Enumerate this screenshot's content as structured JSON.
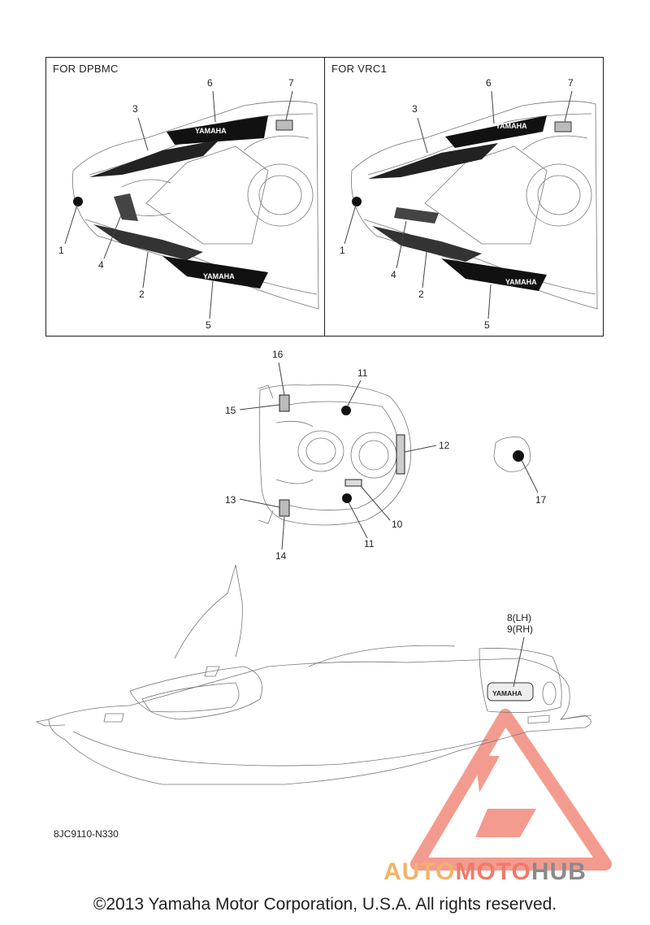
{
  "panels": [
    {
      "title": "FOR DPBMC"
    },
    {
      "title": "FOR VRC1"
    }
  ],
  "panel_callouts": [
    "1",
    "2",
    "3",
    "4",
    "5",
    "6",
    "7"
  ],
  "decal_text": {
    "brand": "YAMAHA"
  },
  "top_view_callouts": [
    "16",
    "15",
    "11",
    "12",
    "10",
    "11",
    "13",
    "14",
    "17"
  ],
  "side_view_callouts": [
    "8(LH)",
    "9(RH)"
  ],
  "diagram_code": "8JC9110-N330",
  "copyright": "©2013 Yamaha Motor Corporation, U.S.A. All rights reserved.",
  "watermark": {
    "part1": "AUTO",
    "part2": "MOTO",
    "part3": "HUB"
  },
  "colors": {
    "watermark_orange": "#f2b36a",
    "watermark_red": "#f07a6a",
    "watermark_gray": "#8a8a8a"
  }
}
